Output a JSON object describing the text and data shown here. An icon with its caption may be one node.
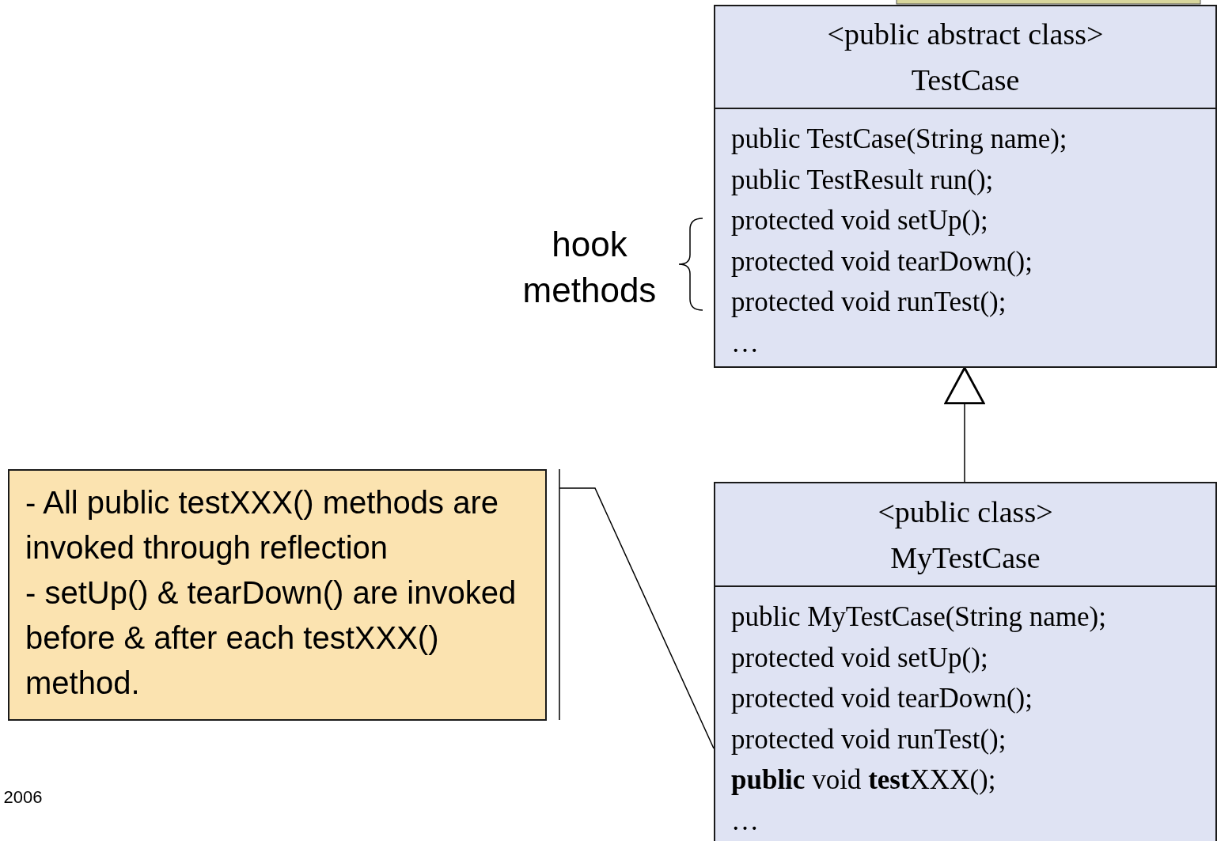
{
  "diagram": {
    "nodes": [
      {
        "text": [
          "<public abstract class>",
          "TestCase",
          "public TestCase(String name);",
          "public TestResult run();",
          "protected void setUp();",
          "protected void tearDown();",
          "protected void runTest();",
          "…"
        ]
      },
      {
        "text": [
          "<public class>",
          "MyTestCase",
          "public MyTestCase(String name);",
          "protected void setUp();",
          "protected void tearDown();",
          "protected void runTest();",
          "**public** void **test**XXX();",
          "…"
        ]
      },
      {
        "text": [
          "- All public testXXX() methods are invoked through reflection",
          "- setUp() & tearDown() are invoked before & after each testXXX() method."
        ]
      }
    ],
    "edges": [
      {
        "from": 1,
        "to": 0,
        "arrow": "to"
      },
      {
        "from": 2,
        "to": 1,
        "arrow": "none"
      }
    ],
    "labels": [
      "hook methods",
      "2006"
    ]
  }
}
